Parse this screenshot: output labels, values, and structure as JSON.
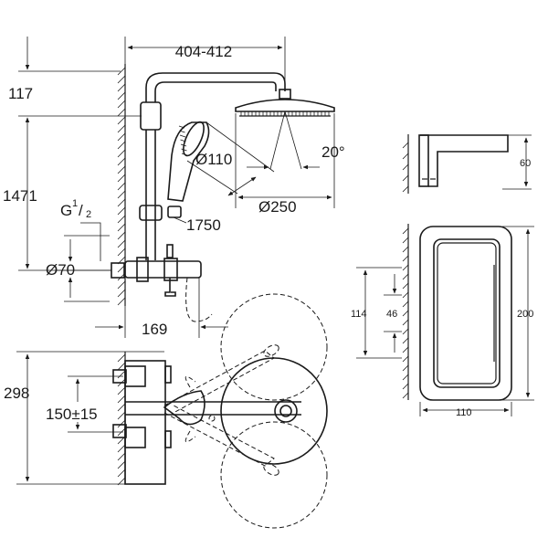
{
  "dimensions": {
    "arm_reach": "404-412",
    "top_offset": "117",
    "total_height": "1471",
    "thread_main": "G",
    "thread_num": "1",
    "thread_den": "2",
    "hand_diameter": "Ø110",
    "angle": "20°",
    "head_diameter": "Ø250",
    "hose_length": "1750",
    "rosette_diameter": "Ø70",
    "wall_offset": "169",
    "plan_depth": "298",
    "plan_spacing": "150±15",
    "shelf_height": "60",
    "shelf_length": "200",
    "shelf_width": "110",
    "shelf_mount_outer": "114",
    "shelf_mount_inner": "46"
  }
}
